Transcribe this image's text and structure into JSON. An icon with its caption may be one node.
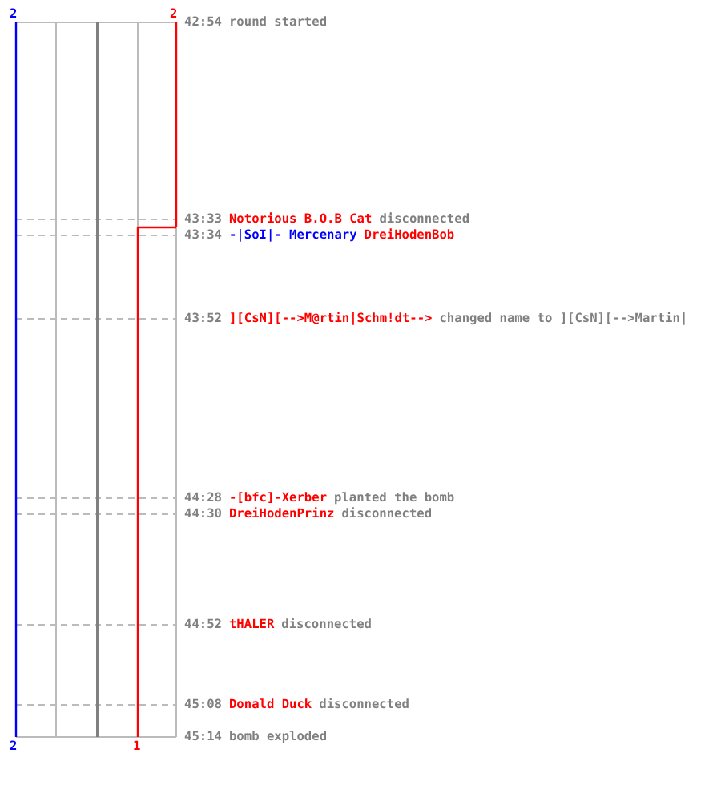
{
  "diagram": {
    "labels": [
      "2",
      "2",
      "42:54",
      "round started",
      "43:33",
      "Notorious B.O.B Cat",
      "disconnected",
      "43:34",
      "-|SoI|- Mercenary",
      "DreiHodenBob",
      "43:52",
      "][CsN][-->M@rtin|Schm!dt-->",
      "changed name to ][CsN][-->Martin|",
      "44:28",
      "-[bfc]-Xerber",
      "planted the bomb",
      "44:30",
      "DreiHodenPrinz",
      "disconnected",
      "44:52",
      "tHALER",
      "disconnected",
      "45:08",
      "Donald Duck",
      "disconnected",
      "45:14",
      "bomb exploded",
      "2",
      "1"
    ]
  }
}
